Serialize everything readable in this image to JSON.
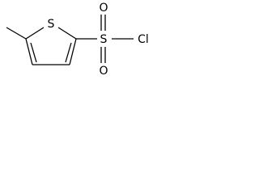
{
  "molecule": {
    "atoms": {
      "ring_sulfur": "S",
      "sulfonyl_sulfur": "S",
      "oxygen_top": "O",
      "oxygen_bottom": "O",
      "chlorine": "Cl"
    }
  }
}
